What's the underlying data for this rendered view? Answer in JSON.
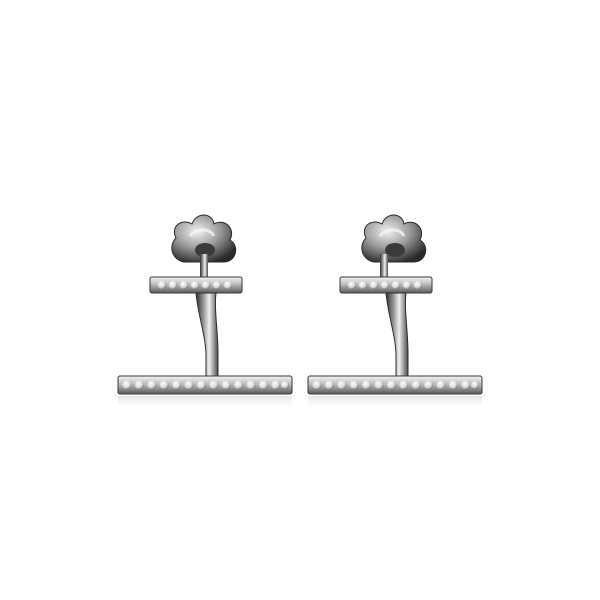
{
  "image": {
    "subject": "earring-pair-icon",
    "background_color": "#ffffff",
    "metal_colors": {
      "highlight": "#f4f4f4",
      "light": "#c9c9c9",
      "mid": "#8a8a8a",
      "dark": "#3a3a3a",
      "shadow": "#1c1c1c"
    },
    "stone_color": "#e9e9e9",
    "items": [
      {
        "name": "left-earring",
        "top_bar_stones": 7,
        "bottom_bar_stones": 14
      },
      {
        "name": "right-earring",
        "top_bar_stones": 7,
        "bottom_bar_stones": 14
      }
    ]
  }
}
